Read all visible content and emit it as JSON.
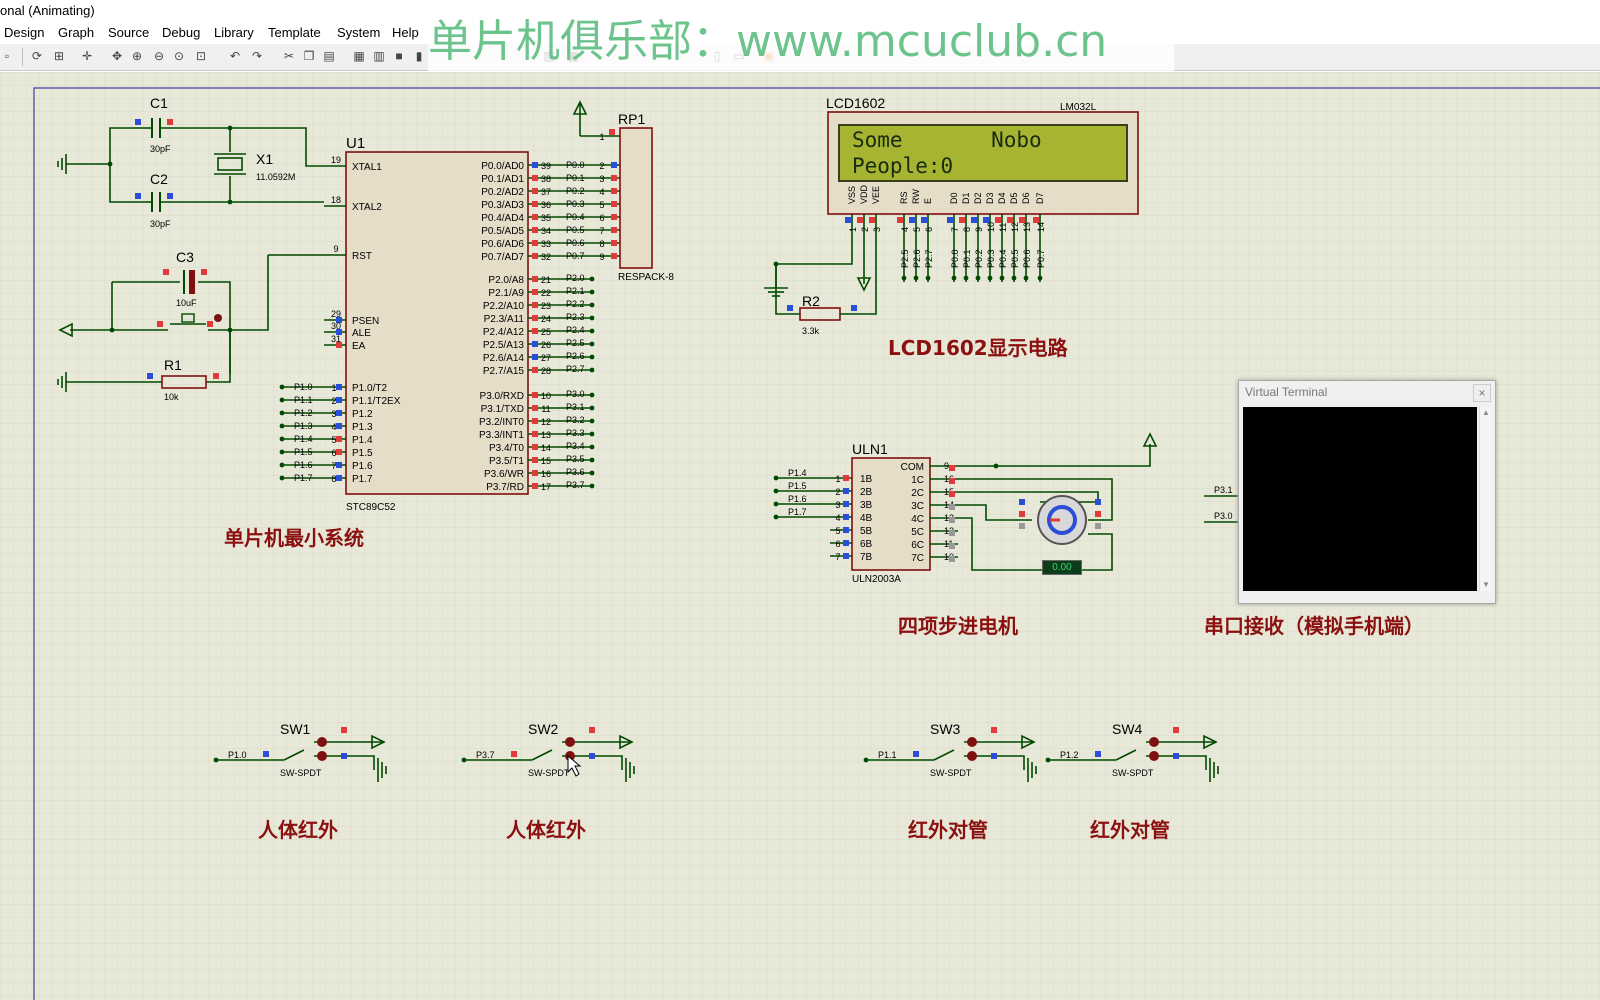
{
  "window": {
    "title": "onal (Animating)"
  },
  "menu": {
    "items": [
      "Design",
      "Graph",
      "Source",
      "Debug",
      "Library",
      "Template",
      "System",
      "Help"
    ]
  },
  "watermark": {
    "text": "单片机俱乐部：www.mcuclub.cn"
  },
  "captions": {
    "mcu": "单片机最小系统",
    "lcd": "LCD1602显示电路",
    "motor": "四项步进电机",
    "serial": "串口接收（模拟手机端）",
    "sw1": "人体红外",
    "sw2": "人体红外",
    "sw3": "红外对管",
    "sw4": "红外对管"
  },
  "lcd": {
    "ref": "LCD1602",
    "model": "LM032L",
    "line1": "Some       Nobo",
    "line2": "People:0",
    "pins": [
      "VSS",
      "VDD",
      "VEE",
      "RS",
      "RW",
      "E",
      "D0",
      "D1",
      "D2",
      "D3",
      "D4",
      "D5",
      "D6",
      "D7"
    ],
    "pin_numbers": [
      "1",
      "2",
      "3",
      "4",
      "5",
      "6",
      "7",
      "8",
      "9",
      "10",
      "11",
      "12",
      "13",
      "14"
    ],
    "nets": [
      "P2.5",
      "P2.6",
      "P2.7",
      "P0.0",
      "P0.1",
      "P0.2",
      "P0.3",
      "P0.4",
      "P0.5",
      "P0.6",
      "P0.7"
    ]
  },
  "mcu": {
    "ref": "U1",
    "model": "STC89C52",
    "left_pins": [
      [
        "19",
        "XTAL1"
      ],
      [
        "18",
        "XTAL2"
      ],
      [
        "9",
        "RST"
      ],
      [
        "29",
        "PSEN"
      ],
      [
        "30",
        "ALE"
      ],
      [
        "31",
        "EA"
      ]
    ],
    "p1": [
      [
        "1",
        "P1.0/T2"
      ],
      [
        "2",
        "P1.1/T2EX"
      ],
      [
        "3",
        "P1.2"
      ],
      [
        "4",
        "P1.3"
      ],
      [
        "5",
        "P1.4"
      ],
      [
        "6",
        "P1.5"
      ],
      [
        "7",
        "P1.6"
      ],
      [
        "8",
        "P1.7"
      ]
    ],
    "p1_nets": [
      "P1.0",
      "P1.1",
      "P1.2",
      "P1.3",
      "P1.4",
      "P1.5",
      "P1.6",
      "P1.7"
    ],
    "p0": [
      [
        "39",
        "P0.0/AD0"
      ],
      [
        "38",
        "P0.1/AD1"
      ],
      [
        "37",
        "P0.2/AD2"
      ],
      [
        "36",
        "P0.3/AD3"
      ],
      [
        "35",
        "P0.4/AD4"
      ],
      [
        "34",
        "P0.5/AD5"
      ],
      [
        "33",
        "P0.6/AD6"
      ],
      [
        "32",
        "P0.7/AD7"
      ]
    ],
    "p0_nets": [
      "P0.0",
      "P0.1",
      "P0.2",
      "P0.3",
      "P0.4",
      "P0.5",
      "P0.6",
      "P0.7"
    ],
    "p2": [
      [
        "21",
        "P2.0/A8"
      ],
      [
        "22",
        "P2.1/A9"
      ],
      [
        "23",
        "P2.2/A10"
      ],
      [
        "24",
        "P2.3/A11"
      ],
      [
        "25",
        "P2.4/A12"
      ],
      [
        "26",
        "P2.5/A13"
      ],
      [
        "27",
        "P2.6/A14"
      ],
      [
        "28",
        "P2.7/A15"
      ]
    ],
    "p2_nets": [
      "P2.0",
      "P2.1",
      "P2.2",
      "P2.3",
      "P2.4",
      "P2.5",
      "P2.6",
      "P2.7"
    ],
    "p3": [
      [
        "10",
        "P3.0/RXD"
      ],
      [
        "11",
        "P3.1/TXD"
      ],
      [
        "12",
        "P3.2/INT0"
      ],
      [
        "13",
        "P3.3/INT1"
      ],
      [
        "14",
        "P3.4/T0"
      ],
      [
        "15",
        "P3.5/T1"
      ],
      [
        "16",
        "P3.6/WR"
      ],
      [
        "17",
        "P3.7/RD"
      ]
    ],
    "p3_nets": [
      "P3.0",
      "P3.1",
      "P3.2",
      "P3.3",
      "P3.4",
      "P3.5",
      "P3.6",
      "P3.7"
    ]
  },
  "rp1": {
    "ref": "RP1",
    "model": "RESPACK-8",
    "pins": [
      "1",
      "2",
      "3",
      "4",
      "5",
      "6",
      "7",
      "8",
      "9"
    ]
  },
  "parts": {
    "c1": {
      "ref": "C1",
      "value": "30pF"
    },
    "c2": {
      "ref": "C2",
      "value": "30pF"
    },
    "c3": {
      "ref": "C3",
      "value": "10uF"
    },
    "x1": {
      "ref": "X1",
      "value": "11.0592M"
    },
    "r1": {
      "ref": "R1",
      "value": "10k"
    },
    "r2": {
      "ref": "R2",
      "value": "3.3k"
    }
  },
  "uln": {
    "ref": "ULN1",
    "model": "ULN2003A",
    "in_pins": [
      [
        "1",
        "1B"
      ],
      [
        "2",
        "2B"
      ],
      [
        "3",
        "3B"
      ],
      [
        "4",
        "4B"
      ],
      [
        "5",
        "5B"
      ],
      [
        "6",
        "6B"
      ],
      [
        "7",
        "7B"
      ]
    ],
    "out_pins": [
      [
        "9",
        "COM"
      ],
      [
        "16",
        "1C"
      ],
      [
        "15",
        "2C"
      ],
      [
        "14",
        "3C"
      ],
      [
        "13",
        "4C"
      ],
      [
        "12",
        "5C"
      ],
      [
        "11",
        "6C"
      ],
      [
        "10",
        "7C"
      ]
    ],
    "nets": [
      "P1.4",
      "P1.5",
      "P1.6",
      "P1.7"
    ]
  },
  "motor": {
    "readout": "0.00"
  },
  "terminal": {
    "title": "Virtual Terminal",
    "close": "×",
    "nets": [
      "P3.1",
      "P3.0"
    ]
  },
  "switches": [
    {
      "ref": "SW1",
      "model": "SW-SPDT",
      "net": "P1.0"
    },
    {
      "ref": "SW2",
      "model": "SW-SPDT",
      "net": "P3.7"
    },
    {
      "ref": "SW3",
      "model": "SW-SPDT",
      "net": "P1.1"
    },
    {
      "ref": "SW4",
      "model": "SW-SPDT",
      "net": "P1.2"
    }
  ],
  "colors": {
    "wire": "#004b00",
    "part": "#7f1010",
    "pin_high": "#e03a3a",
    "pin_low": "#2a4ed8",
    "grid": "#d6d6c6",
    "sheet": "#e8e8d8"
  }
}
